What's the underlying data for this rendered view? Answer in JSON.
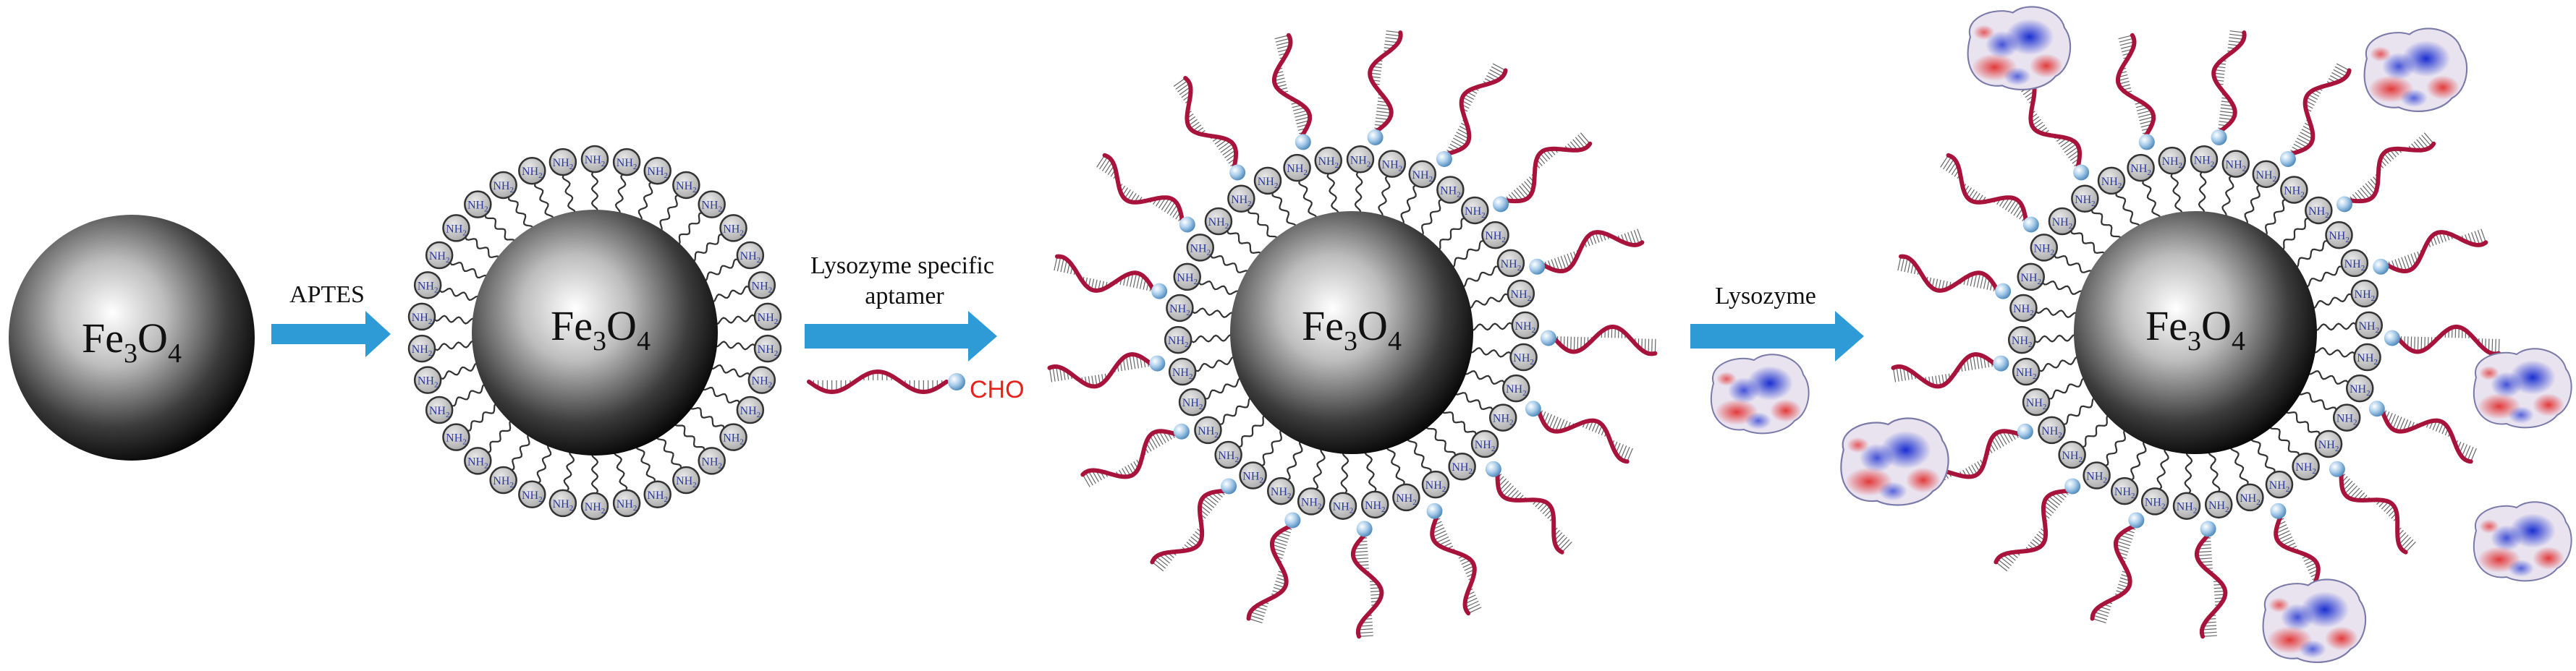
{
  "particles": [
    {
      "id": "bare",
      "formula_base": "Fe",
      "sub1": "3",
      "mid": "O",
      "sub2": "4"
    },
    {
      "id": "amine",
      "formula_base": "Fe",
      "sub1": "3",
      "mid": "O",
      "sub2": "4",
      "ligand_label": "NH",
      "ligand_sub": "2"
    },
    {
      "id": "aptamer",
      "formula_base": "Fe",
      "sub1": "3",
      "mid": "O",
      "sub2": "4",
      "ligand_label": "NH",
      "ligand_sub": "2"
    },
    {
      "id": "lysozyme",
      "formula_base": "Fe",
      "sub1": "3",
      "mid": "O",
      "sub2": "4",
      "ligand_label": "NH",
      "ligand_sub": "2"
    }
  ],
  "steps": [
    {
      "id": "step1",
      "label_line1": "APTES",
      "label_line2": ""
    },
    {
      "id": "step2",
      "label_line1": "Lysozyme specific",
      "label_line2": "aptamer",
      "reagent_tag": "CHO"
    },
    {
      "id": "step3",
      "label_line1": "Lysozyme",
      "label_line2": ""
    }
  ],
  "colors": {
    "arrow": "#2e9bd6",
    "dna": "#a8133c",
    "cho": "#e8211c",
    "ligand_fill": "#c9c9c9",
    "ligand_text": "#2c3a9a",
    "bead": "#9fc6e6"
  }
}
